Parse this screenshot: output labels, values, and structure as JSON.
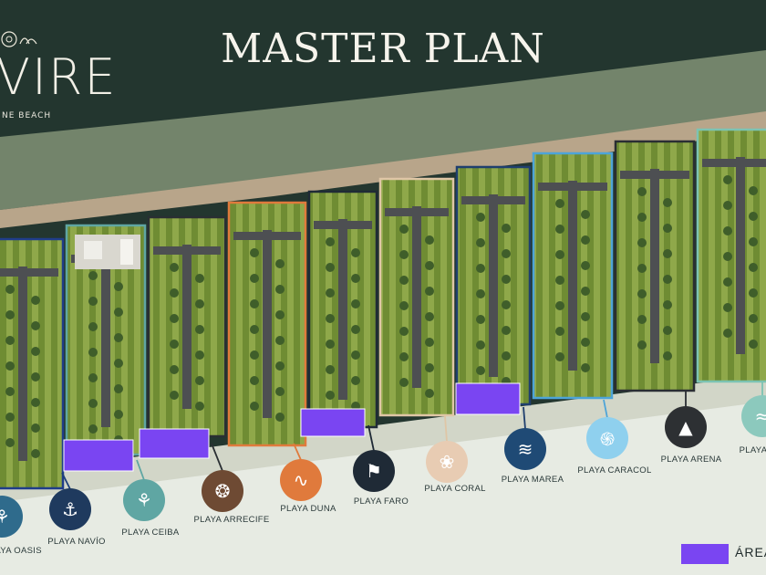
{
  "title": "MASTER PLAN",
  "logo": {
    "word": "VIRE",
    "subtitle": "NE BEACH"
  },
  "legend": {
    "label": "ÁREA",
    "color": "#7a45f2"
  },
  "colors": {
    "sea": "#23362f",
    "sand": "#c9d0b2",
    "beach": "#e7ebe3",
    "grass": "#8fa84a",
    "grass_dark": "#6f8c33",
    "road": "#4d4f52",
    "common_area": "#7a45f2"
  },
  "beaches": [
    {
      "id": "oasis",
      "label": "PLAYA OASIS",
      "icon": "palm-icon",
      "color": "#2f6b8c",
      "border": "#1f3d8a"
    },
    {
      "id": "navio",
      "label": "PLAYA NAVÍO",
      "icon": "anchor-icon",
      "color": "#1f3a5e",
      "border": "#1c3f7a"
    },
    {
      "id": "ceiba",
      "label": "PLAYA CEIBA",
      "icon": "tree-icon",
      "color": "#5fa6a3",
      "border": "#5fa6a3"
    },
    {
      "id": "arrecife",
      "label": "PLAYA ARRECIFE",
      "icon": "coral-icon",
      "color": "#6e4a33",
      "border": "#2a2f33"
    },
    {
      "id": "duna",
      "label": "PLAYA DUNA",
      "icon": "dune-icon",
      "color": "#e07a3c",
      "border": "#e07a3c"
    },
    {
      "id": "faro",
      "label": "PLAYA FARO",
      "icon": "lighthouse-icon",
      "color": "#1f2a36",
      "border": "#1f2a36"
    },
    {
      "id": "coral",
      "label": "PLAYA CORAL",
      "icon": "seaweed-icon",
      "color": "#e8ccb3",
      "border": "#dfc6a6"
    },
    {
      "id": "marea",
      "label": "PLAYA MAREA",
      "icon": "wave-icon",
      "color": "#1f4a75",
      "border": "#1f3f6e"
    },
    {
      "id": "caracol",
      "label": "PLAYA CARACOL",
      "icon": "shell-icon",
      "color": "#8fd0ee",
      "border": "#4da4d8"
    },
    {
      "id": "arena",
      "label": "PLAYA ARENA",
      "icon": "island-icon",
      "color": "#2d3033",
      "border": "#2a2e33"
    },
    {
      "id": "extra",
      "label": "PLAYA",
      "icon": "splash-icon",
      "color": "#8cc9bd",
      "border": "#7cc3b2"
    }
  ]
}
